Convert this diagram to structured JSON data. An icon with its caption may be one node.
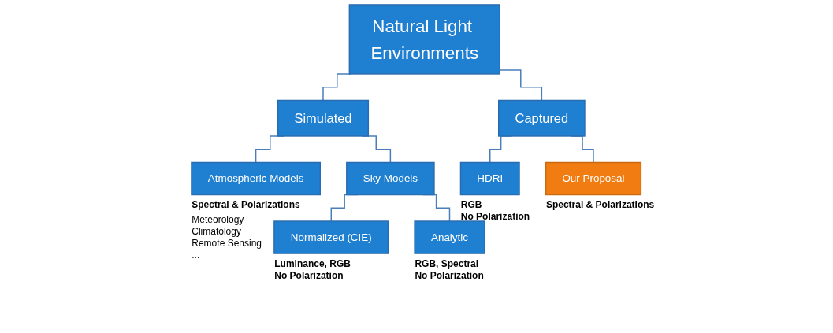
{
  "diagram": {
    "nodes": [
      {
        "text": [
          "Natural Light Environments"
        ]
      },
      {
        "text": [
          "Simulated"
        ]
      },
      {
        "text": [
          "Captured"
        ]
      },
      {
        "text": [
          "Atmospheric Models"
        ],
        "beside": [
          "Spectral & Polarizations",
          "Meteorology",
          "Climatology",
          "Remote Sensing",
          "..."
        ]
      },
      {
        "text": [
          "Sky Models"
        ]
      },
      {
        "text": [
          "Normalized (CIE)"
        ],
        "beside": [
          "Luminance, RGB",
          "No Polarization"
        ]
      },
      {
        "text": [
          "Analytic"
        ],
        "beside": [
          "RGB, Spectral",
          "No Polarization"
        ]
      },
      {
        "text": [
          "HDRI"
        ],
        "beside": [
          "RGB",
          "No Polarization"
        ]
      },
      {
        "text": [
          "Our Proposal"
        ],
        "beside": [
          "Spectral & Polarizations"
        ]
      }
    ],
    "edges": [
      {
        "from": 0,
        "to": 1,
        "arrow": "none"
      },
      {
        "from": 0,
        "to": 2,
        "arrow": "none"
      },
      {
        "from": 1,
        "to": 3,
        "arrow": "none"
      },
      {
        "from": 1,
        "to": 4,
        "arrow": "none"
      },
      {
        "from": 4,
        "to": 5,
        "arrow": "none"
      },
      {
        "from": 4,
        "to": 6,
        "arrow": "none"
      },
      {
        "from": 2,
        "to": 7,
        "arrow": "none"
      },
      {
        "from": 2,
        "to": 8,
        "arrow": "none"
      }
    ]
  }
}
